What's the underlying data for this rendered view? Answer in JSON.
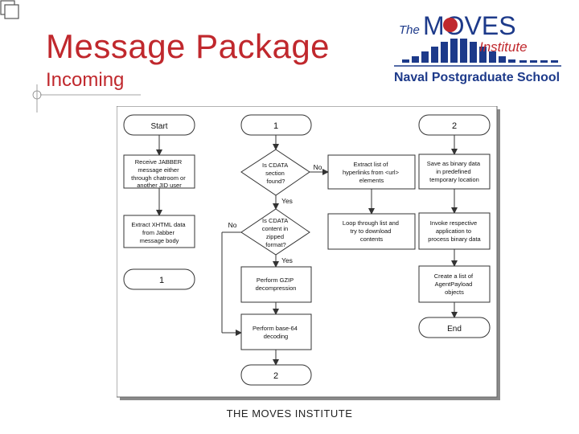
{
  "slide": {
    "title": "Message Package",
    "subtitle": "Incoming",
    "footer": "THE MOVES INSTITUTE"
  },
  "logo": {
    "the": "The",
    "moves": "MOVES",
    "institute": "Institute",
    "school": "Naval Postgraduate School",
    "colors": {
      "blue": "#1d3a8a",
      "red": "#c0282d"
    }
  },
  "flowchart": {
    "nodes": {
      "start": "Start",
      "receive": [
        "Receive JABBER",
        "message either",
        "through chatroom or",
        "another JID user"
      ],
      "extract_xhtml": [
        "Extract XHTML data",
        "from Jabber",
        "message body"
      ],
      "connector_1_top": "1",
      "connector_2_top": "2",
      "connector_1_left": "1",
      "connector_2_bottom": "2",
      "decision_cdata": [
        "Is CDATA",
        "section",
        "found?"
      ],
      "decision_zipped": [
        "Is CDATA",
        "content in",
        "zipped",
        "format?"
      ],
      "gzip": [
        "Perform GZIP",
        "decompression"
      ],
      "base64": [
        "Perform base-64",
        "decoding"
      ],
      "extract_links": [
        "Extract list of",
        "hyperlinks from <url>",
        "elements"
      ],
      "loop_download": [
        "Loop through list and",
        "try to download",
        "contents"
      ],
      "save_binary": [
        "Save as binary data",
        "in predefined",
        "temporary location"
      ],
      "invoke_app": [
        "Invoke respective",
        "application to",
        "process binary data"
      ],
      "create_list": [
        "Create a list of",
        "AgentPayload",
        "objects"
      ],
      "end": "End"
    },
    "edge_labels": {
      "cdata_no": "No",
      "cdata_yes": "Yes",
      "zipped_no": "No",
      "zipped_yes": "Yes"
    }
  }
}
